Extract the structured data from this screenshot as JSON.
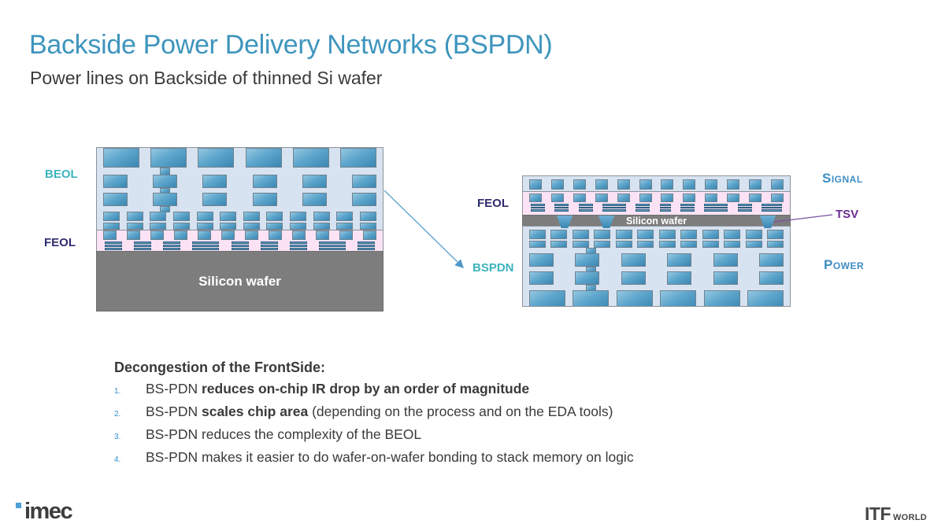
{
  "header": {
    "title": "Backside Power Delivery Networks (BSPDN)",
    "subtitle": "Power lines on Backside of thinned Si wafer"
  },
  "diagram_left": {
    "label_beol": "BEOL",
    "label_feol": "FEOL",
    "wafer_label": "Silicon wafer",
    "structure": {
      "beol_metal_rows": [
        6,
        6,
        6,
        12,
        12
      ],
      "feol_contact_squares": 12,
      "feol_fin_groups": 9
    }
  },
  "diagram_right": {
    "label_feol": "FEOL",
    "label_bspdn": "BSPDN",
    "label_signal": "Signal",
    "label_tsv": "TSV",
    "label_power": "Power",
    "wafer_label": "Silicon wafer",
    "structure": {
      "signal_squares": 12,
      "feol_contact_squares": 12,
      "feol_fin_groups": 10,
      "tsv_count": 3,
      "bspdn_metal_rows": [
        12,
        12,
        6,
        6,
        6
      ]
    }
  },
  "notes": {
    "heading": "Decongestion of the FrontSide:",
    "items": [
      {
        "num": "1.",
        "pre": "BS-PDN ",
        "bold": "reduces on-chip IR drop by an order of magnitude",
        "post": ""
      },
      {
        "num": "2.",
        "pre": "BS-PDN ",
        "bold": "scales chip area",
        "post": " (depending on the process and on the EDA tools)"
      },
      {
        "num": "3.",
        "pre": "BS-PDN reduces the complexity of the BEOL",
        "bold": "",
        "post": ""
      },
      {
        "num": "4.",
        "pre": "BS-PDN makes it easier to do wafer-on-wafer bonding to stack memory on logic",
        "bold": "",
        "post": ""
      }
    ]
  },
  "footer": {
    "imec": "imec",
    "itf_main": "ITF",
    "itf_sub": "WORLD"
  },
  "colors": {
    "title_blue": "#3E95BD",
    "teal_label": "#3CB4BE",
    "navy_label": "#2E2C6F",
    "blue_label": "#3E8EC4",
    "purple_label": "#6B2D91",
    "body_text": "#3B3B3B",
    "list_number_blue": "#2E8FD0",
    "layer_light_blue": "#D8E3F1",
    "layer_pink": "#FBE3F5",
    "wafer_gray": "#7D7D7D",
    "metal_blue": "#4D97C0",
    "arrow_blue": "#5FA0CC"
  }
}
